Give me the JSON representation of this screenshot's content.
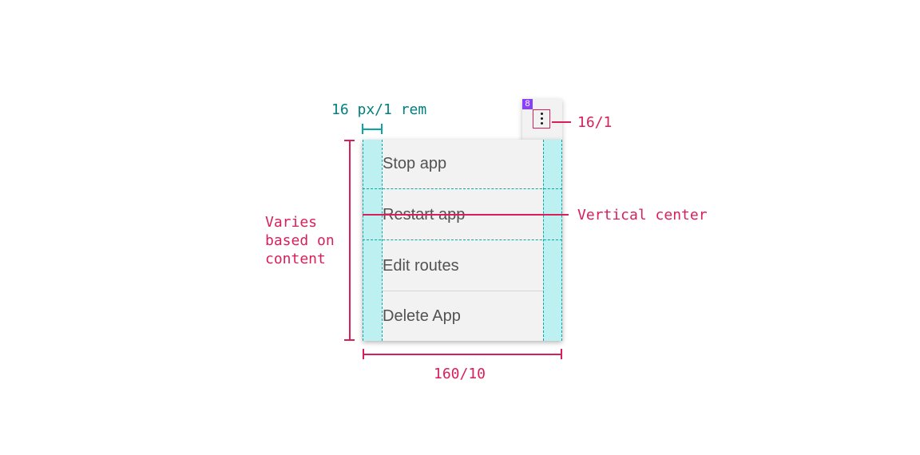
{
  "menu": {
    "items": [
      {
        "label": "Stop app"
      },
      {
        "label": "Restart app"
      },
      {
        "label": "Edit routes"
      },
      {
        "label": "Delete App"
      }
    ]
  },
  "trigger": {
    "badge": "8",
    "icon": "overflow-menu-vertical-icon"
  },
  "annotations": {
    "padding": "16 px/1 rem",
    "icon_size": "16/1",
    "vertical_center": "Vertical center",
    "height_note_lines": [
      "Varies",
      "based on",
      "content"
    ],
    "width": "160/10"
  },
  "colors": {
    "annotation_pink": "#da1e5a",
    "annotation_teal": "#0aa6a6",
    "padding_fill": "#bdf0f0",
    "menu_bg": "#f2f2f2",
    "badge": "#8a3ffc"
  }
}
